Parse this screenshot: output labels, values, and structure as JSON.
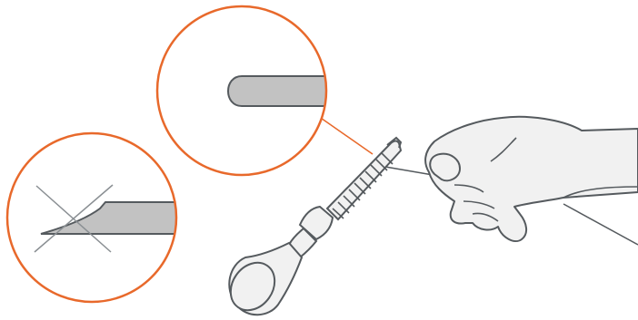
{
  "colors": {
    "background": "#ffffff",
    "outline": "#555a5e",
    "fill_light": "#f1f1f1",
    "metal_gray": "#c2c2c2",
    "accent_orange": "#e8692b",
    "cross_gray": "#8a8f93"
  },
  "detail_correct": {
    "icon": "rounded-edge",
    "meaning": "correct"
  },
  "detail_incorrect": {
    "icon": "sharp-wedge-edge",
    "marker": "x-mark",
    "meaning": "incorrect"
  },
  "tool": {
    "icon": "serrated-blade-tool"
  },
  "hand": {
    "icon": "hand-pulling-string"
  }
}
